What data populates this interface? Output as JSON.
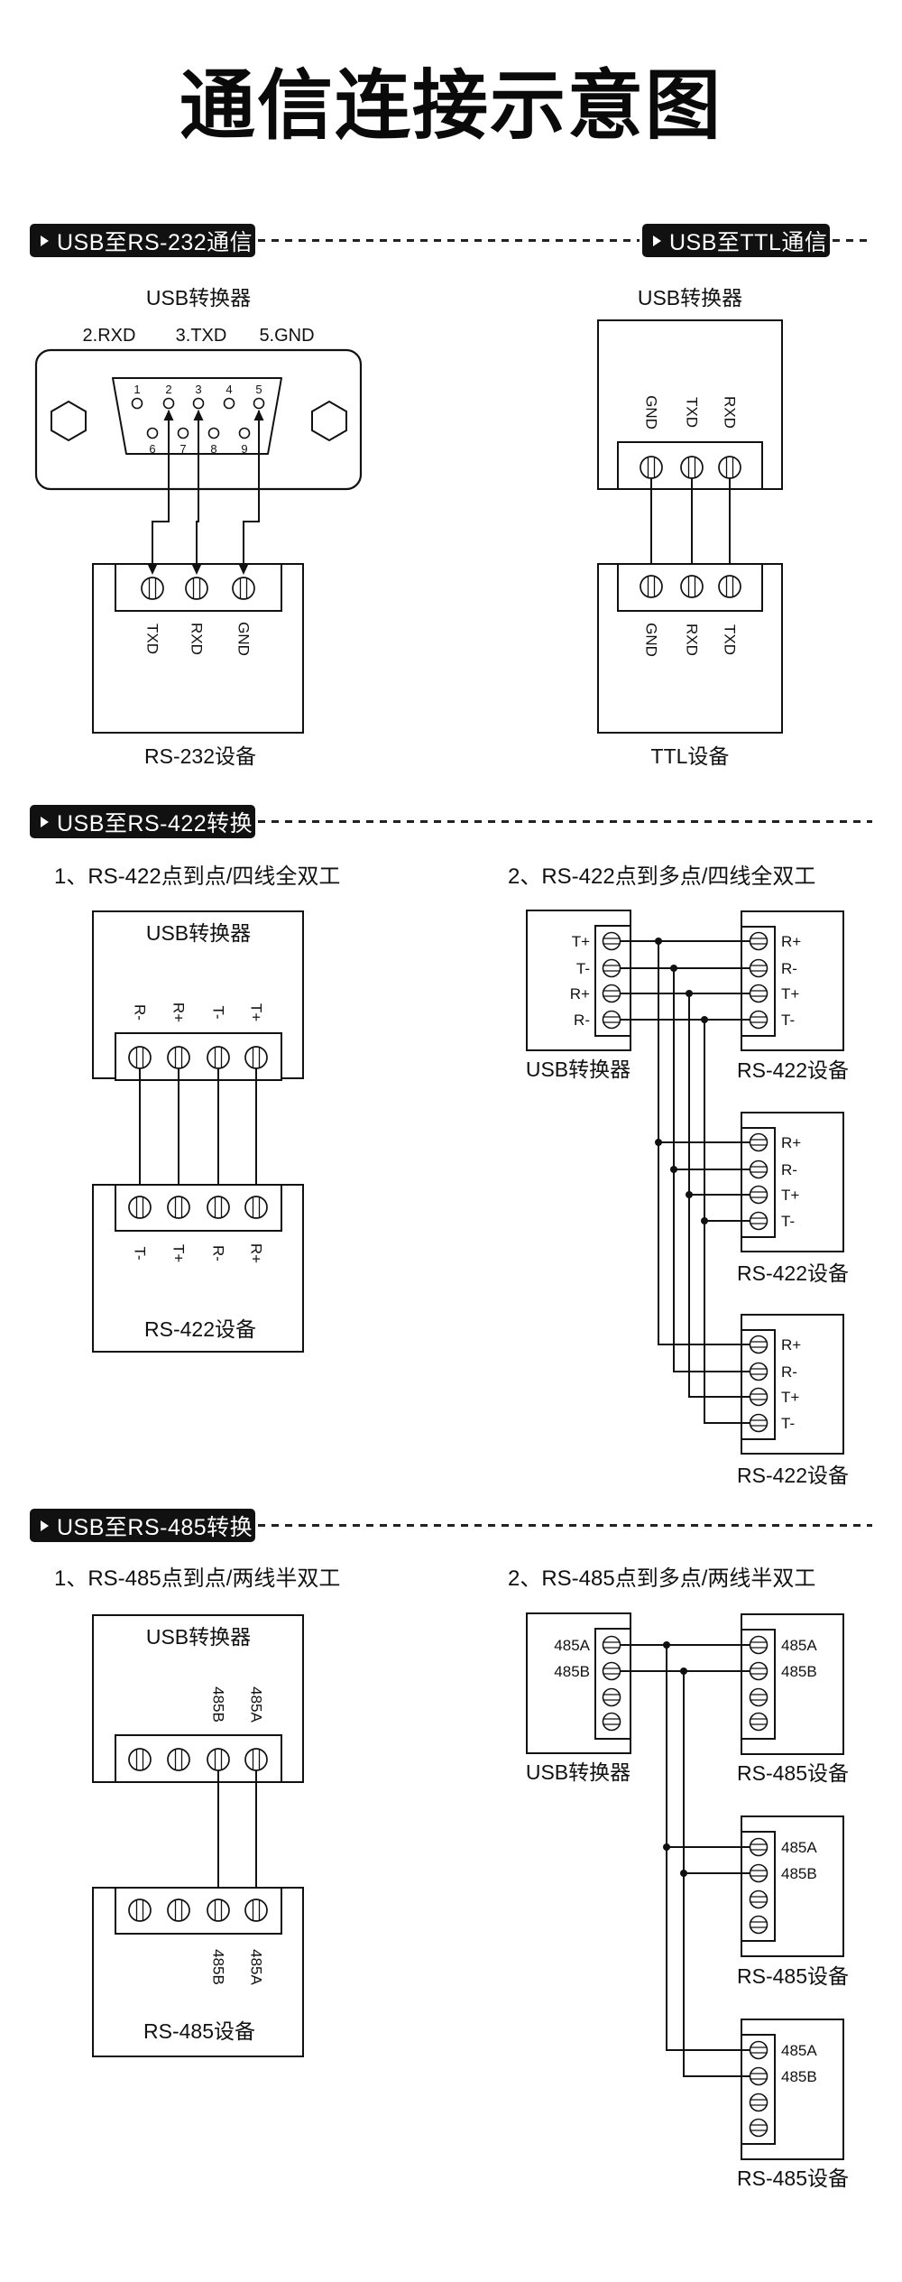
{
  "page": {
    "title": "通信连接示意图",
    "ink_color": "#111111",
    "background_color": "#ffffff",
    "header_style": {
      "bg": "#111111",
      "text_color": "#ffffff",
      "marker_icon": "right-triangle"
    }
  },
  "headers": {
    "rs232": "USB至RS-232通信",
    "ttl": "USB至TTL通信",
    "rs422": "USB至RS-422转换",
    "rs485": "USB至RS-485转换"
  },
  "rs232": {
    "converter_label": "USB转换器",
    "pin_map": [
      "2.RXD",
      "3.TXD",
      "5.GND"
    ],
    "db9_top": [
      "1",
      "2",
      "3",
      "4",
      "5"
    ],
    "db9_bottom": [
      "6",
      "7",
      "8",
      "9"
    ],
    "device_terminals": [
      "TXD",
      "RXD",
      "GND"
    ],
    "device_label": "RS-232设备"
  },
  "ttl": {
    "converter_label": "USB转换器",
    "converter_terminals": [
      "GND",
      "TXD",
      "RXD"
    ],
    "device_terminals": [
      "GND",
      "RXD",
      "TXD"
    ],
    "device_label": "TTL设备"
  },
  "rs422_ptp": {
    "title": "1、RS-422点到点/四线全双工",
    "converter_label": "USB转换器",
    "converter_terminals": [
      "R-",
      "R+",
      "T-",
      "T+"
    ],
    "device_terminals": [
      "T-",
      "T+",
      "R-",
      "R+"
    ],
    "device_label": "RS-422设备"
  },
  "rs422_mp": {
    "title": "2、RS-422点到多点/四线全双工",
    "converter_label": "USB转换器",
    "converter_terminals": [
      "T+",
      "T-",
      "R+",
      "R-"
    ],
    "device_terminals": [
      "R+",
      "R-",
      "T+",
      "T-"
    ],
    "device_label": "RS-422设备"
  },
  "rs485_ptp": {
    "title": "1、RS-485点到点/两线半双工",
    "converter_label": "USB转换器",
    "converter_terminals": [
      "485B",
      "485A"
    ],
    "device_terminals": [
      "485B",
      "485A"
    ],
    "device_label": "RS-485设备"
  },
  "rs485_mp": {
    "title": "2、RS-485点到多点/两线半双工",
    "converter_label": "USB转换器",
    "converter_terminals": [
      "485A",
      "485B"
    ],
    "device_terminals": [
      "485A",
      "485B"
    ],
    "device_label": "RS-485设备"
  }
}
